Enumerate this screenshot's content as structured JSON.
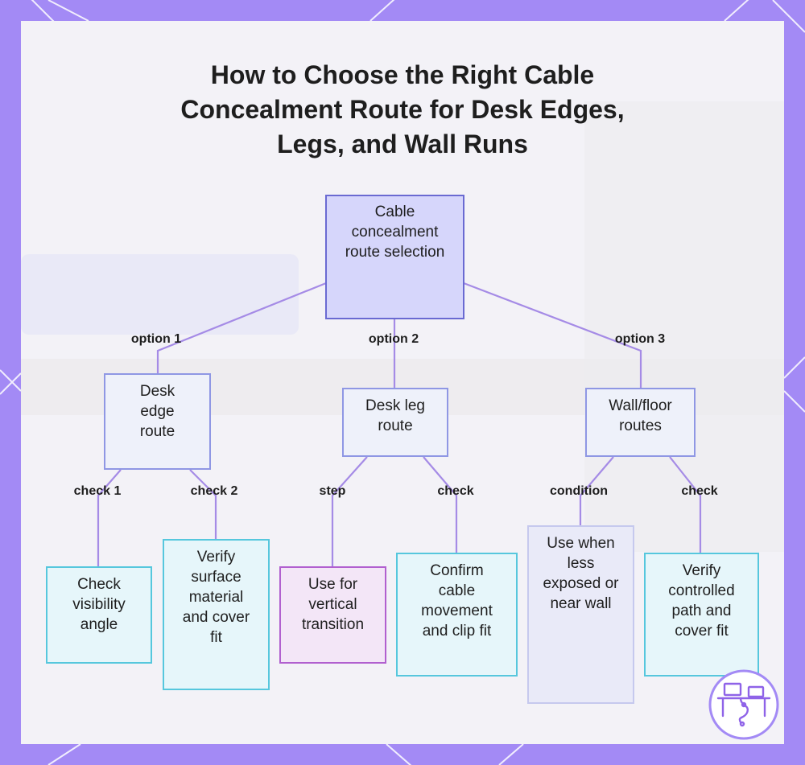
{
  "title": "How to Choose the Right Cable\nConcealment Route for Desk Edges,\nLegs, and Wall Runs",
  "nodes": {
    "root": "Cable concealment route selection",
    "desk_edge": "Desk edge route",
    "desk_leg": "Desk leg route",
    "wall_floor": "Wall/floor routes",
    "check_visibility": "Check visibility angle",
    "verify_surface": "Verify surface material and cover fit",
    "vertical_transition": "Use for vertical transition",
    "confirm_cable": "Confirm cable movement and clip fit",
    "use_when": "Use when less exposed or near wall",
    "verify_controlled": "Verify controlled path and cover fit"
  },
  "edges": {
    "option1": "option 1",
    "option2": "option 2",
    "option3": "option 3",
    "check1": "check 1",
    "check2": "check 2",
    "step": "step",
    "check_leg": "check",
    "condition": "condition",
    "check_wall": "check"
  },
  "colors": {
    "frame": "#a38af5",
    "connector": "#a58be6",
    "root_fill": "#d6d6fb",
    "root_border": "#6a6ad2",
    "mid_border": "#8f97e4",
    "leaf_cyan_border": "#56c7dd",
    "leaf_purple_border": "#b160cf"
  },
  "icons": {
    "badge": "desk-cable-icon"
  }
}
